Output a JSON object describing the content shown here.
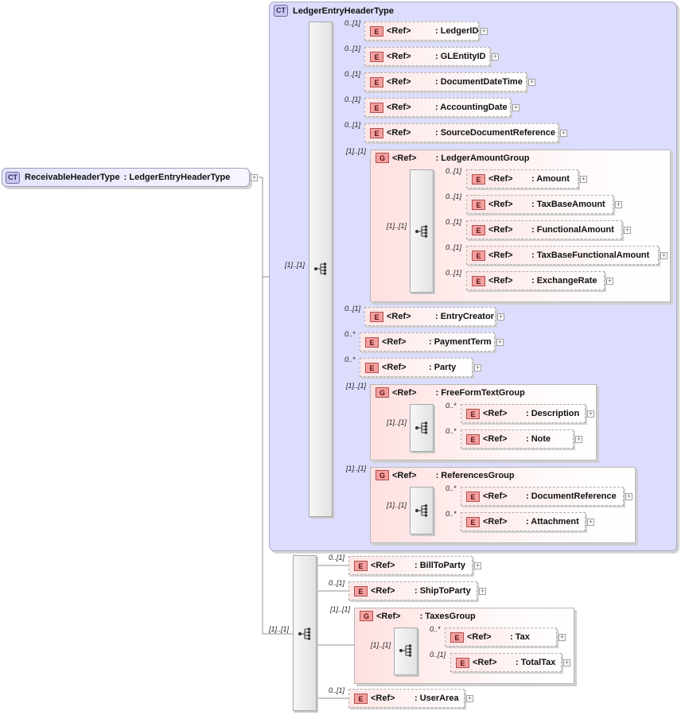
{
  "root": {
    "badge": "CT",
    "name": "ReceivableHeaderType",
    "base": ": LedgerEntryHeaderType"
  },
  "ct": {
    "badge": "CT",
    "title": "LedgerEntryHeaderType"
  },
  "ref_label": "<Ref>",
  "elem_badge": "E",
  "group_badge": "G",
  "seq_card": "[1]..[1]",
  "ct_elements": [
    {
      "card": "0..[1]",
      "name": ": LedgerID"
    },
    {
      "card": "0..[1]",
      "name": ": GLEntityID"
    },
    {
      "card": "0..[1]",
      "name": ": DocumentDateTime"
    },
    {
      "card": "0..[1]",
      "name": ": AccountingDate"
    },
    {
      "card": "0..[1]",
      "name": ": SourceDocumentReference"
    }
  ],
  "ledger_amount_group": {
    "card": "[1]..[1]",
    "name": ": LedgerAmountGroup",
    "seq_card": "[1]..[1]",
    "elements": [
      {
        "card": "0..[1]",
        "name": ": Amount"
      },
      {
        "card": "0..[1]",
        "name": ": TaxBaseAmount"
      },
      {
        "card": "0..[1]",
        "name": ": FunctionalAmount"
      },
      {
        "card": "0..[1]",
        "name": ": TaxBaseFunctionalAmount"
      },
      {
        "card": "0..[1]",
        "name": ": ExchangeRate"
      }
    ]
  },
  "ct_elements_2": [
    {
      "card": "0..[1]",
      "name": ": EntryCreator"
    },
    {
      "card": "0..*",
      "name": ": PaymentTerm"
    },
    {
      "card": "0..*",
      "name": ": Party"
    }
  ],
  "free_form_group": {
    "card": "[1]..[1]",
    "name": ": FreeFormTextGroup",
    "seq_card": "[1]..[1]",
    "elements": [
      {
        "card": "0..*",
        "name": ": Description"
      },
      {
        "card": "0..*",
        "name": ": Note"
      }
    ]
  },
  "references_group": {
    "card": "[1]..[1]",
    "name": ": ReferencesGroup",
    "seq_card": "[1]..[1]",
    "elements": [
      {
        "card": "0..*",
        "name": ": DocumentReference"
      },
      {
        "card": "0..*",
        "name": ": Attachment"
      }
    ]
  },
  "outer_seq_card": "[1]..[1]",
  "outer_elements": [
    {
      "card": "0..[1]",
      "name": ": BillToParty"
    },
    {
      "card": "0..[1]",
      "name": ": ShipToParty"
    }
  ],
  "taxes_group": {
    "card": "[1]..[1]",
    "name": ": TaxesGroup",
    "seq_card": "[1]..[1]",
    "elements": [
      {
        "card": "0..*",
        "name": ": Tax"
      },
      {
        "card": "0..[1]",
        "name": ": TotalTax"
      }
    ]
  },
  "outer_elements_2": [
    {
      "card": "0..[1]",
      "name": ": UserArea"
    }
  ]
}
